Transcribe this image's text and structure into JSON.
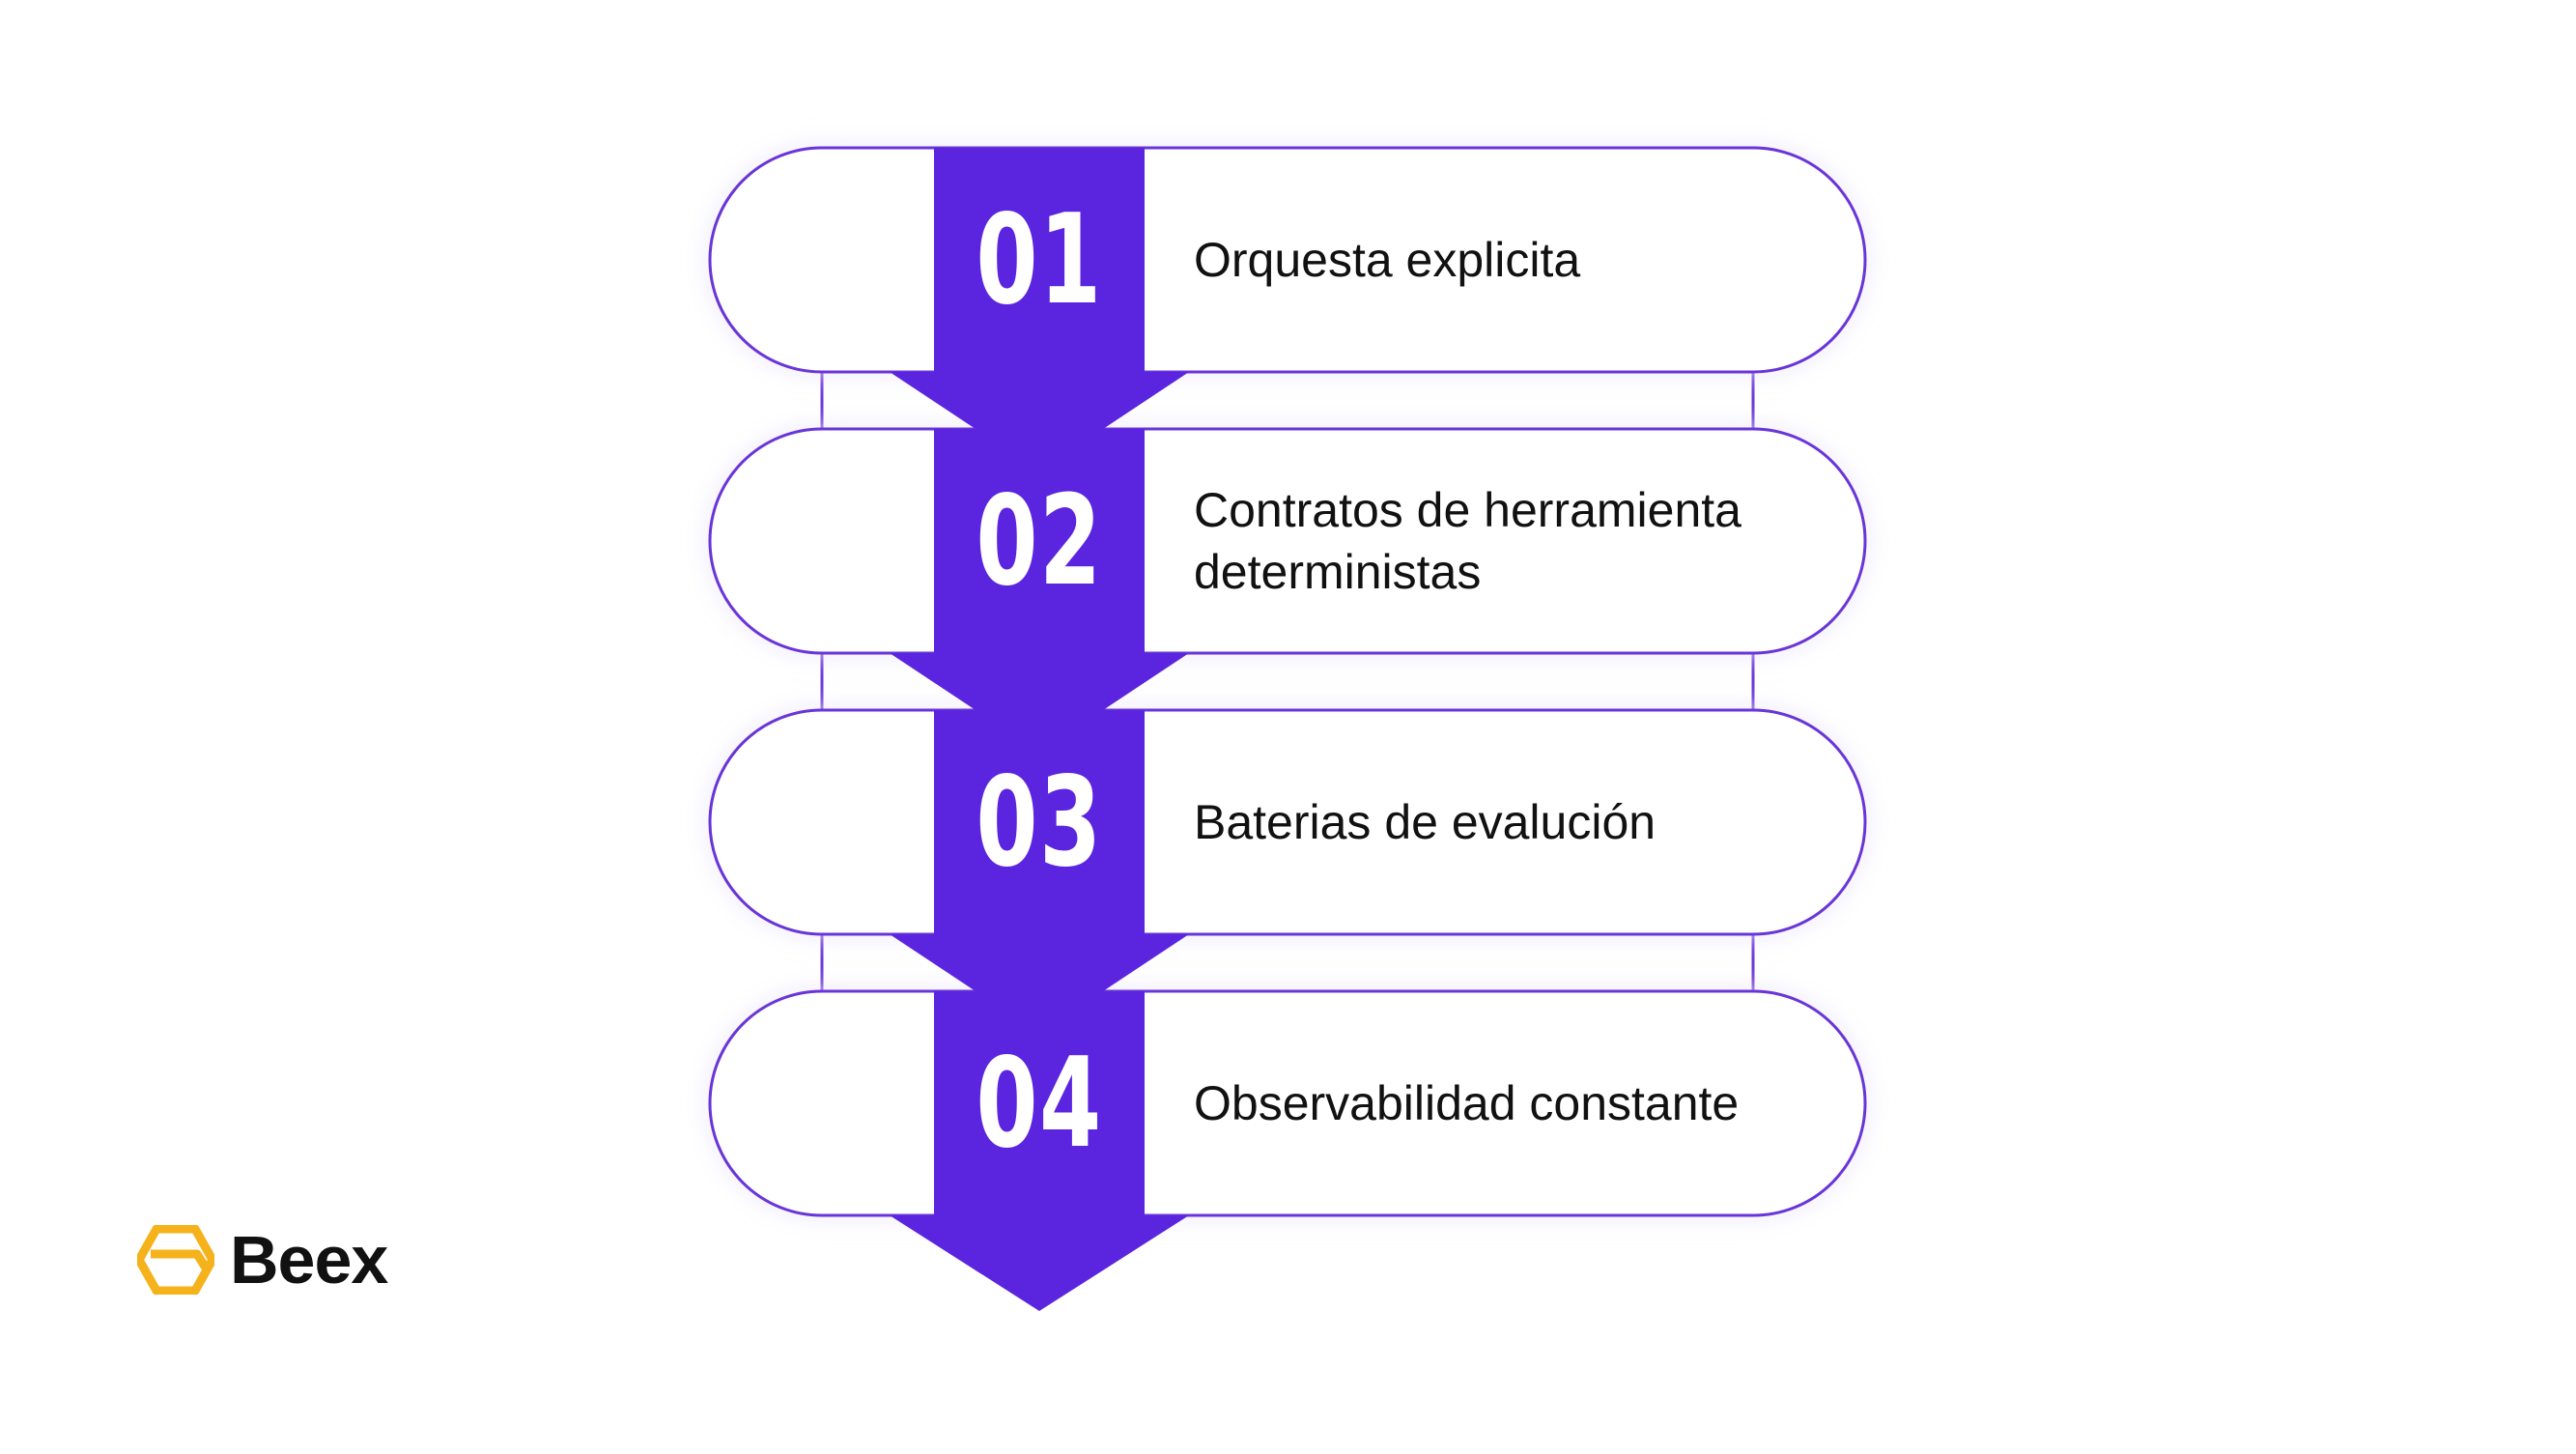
{
  "diagram": {
    "accent_color": "#5B25E0",
    "outline_color": "#6A35D8",
    "steps": [
      {
        "number": "01",
        "label": "Orquesta explicita"
      },
      {
        "number": "02",
        "label": "Contratos de herramienta deterministas"
      },
      {
        "number": "03",
        "label": "Baterias de evalución"
      },
      {
        "number": "04",
        "label": "Observabilidad constante"
      }
    ]
  },
  "brand": {
    "name": "Beex",
    "icon": "hexagon-logo-icon",
    "icon_color": "#F5B21B"
  }
}
